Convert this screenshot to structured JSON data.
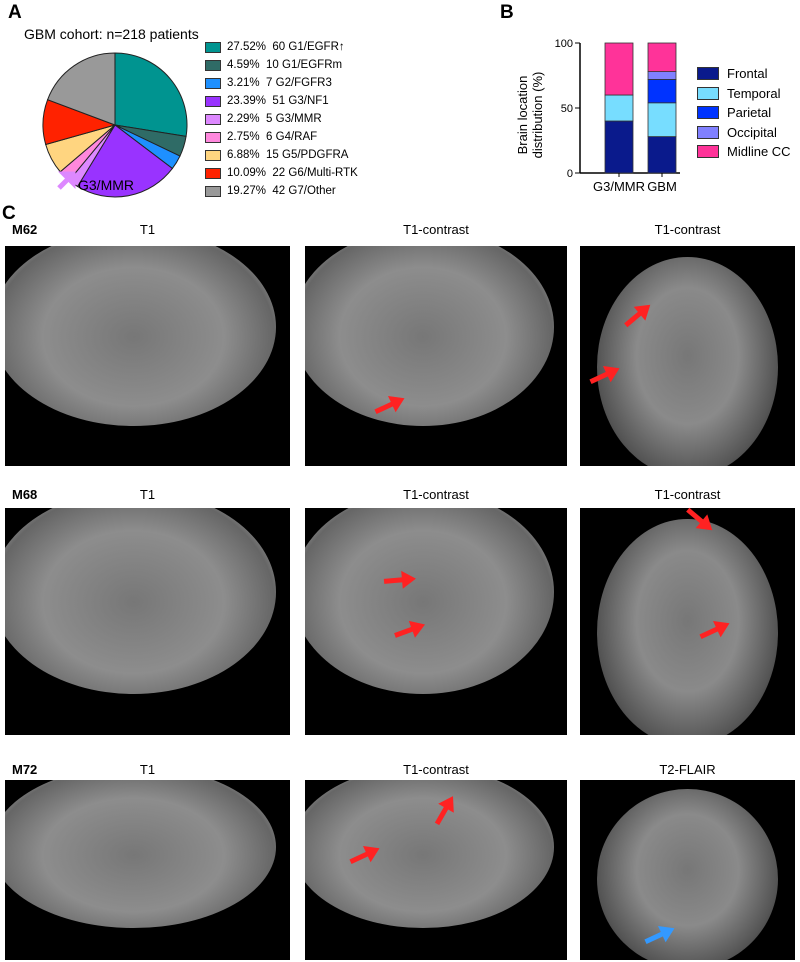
{
  "panels": {
    "a": "A",
    "b": "B",
    "c": "C"
  },
  "chart_data": [
    {
      "type": "pie",
      "title": "GBM cohort: n=218 patients",
      "annotation": "G3/MMR",
      "slices": [
        {
          "pct": 27.52,
          "n": 60,
          "label": "G1/EGFR",
          "suffix": "↑",
          "color": "#009490"
        },
        {
          "pct": 4.59,
          "n": 10,
          "label": "G1/EGFRm",
          "suffix": "",
          "color": "#2f6b66"
        },
        {
          "pct": 3.21,
          "n": 7,
          "label": "G2/FGFR3",
          "suffix": "",
          "color": "#1e90ff"
        },
        {
          "pct": 23.39,
          "n": 51,
          "label": "G3/NF1",
          "suffix": "",
          "color": "#9933ff"
        },
        {
          "pct": 2.29,
          "n": 5,
          "label": "G3/MMR",
          "suffix": "",
          "color": "#dd88ff"
        },
        {
          "pct": 2.75,
          "n": 6,
          "label": "G4/RAF",
          "suffix": "",
          "color": "#ff88dd"
        },
        {
          "pct": 6.88,
          "n": 15,
          "label": "G5/PDGFRA",
          "suffix": "",
          "color": "#ffd580"
        },
        {
          "pct": 10.09,
          "n": 22,
          "label": "G6/Multi-RTK",
          "suffix": "",
          "color": "#ff2200"
        },
        {
          "pct": 19.27,
          "n": 42,
          "label": "G7/Other",
          "suffix": "",
          "color": "#999999"
        }
      ]
    },
    {
      "type": "bar",
      "stacked": true,
      "ylabel": "Brain location distribution (%)",
      "ylim": [
        0,
        100
      ],
      "yticks": [
        "0",
        "50",
        "100"
      ],
      "categories": [
        "G3/MMR",
        "GBM"
      ],
      "series": [
        {
          "name": "Frontal",
          "color": "#0a1a8c",
          "values": [
            40,
            28
          ]
        },
        {
          "name": "Temporal",
          "color": "#77ddff",
          "values": [
            20,
            26
          ]
        },
        {
          "name": "Parietal",
          "color": "#0033ff",
          "values": [
            0,
            18
          ]
        },
        {
          "name": "Occipital",
          "color": "#8080ff",
          "values": [
            0,
            6
          ]
        },
        {
          "name": "Midline CC",
          "color": "#ff3399",
          "values": [
            40,
            22
          ]
        }
      ],
      "legend": "right"
    }
  ],
  "mri_rows": [
    {
      "id": "M62",
      "cols": [
        "T1",
        "T1-contrast",
        "T1-contrast"
      ]
    },
    {
      "id": "M68",
      "cols": [
        "T1",
        "T1-contrast",
        "T1-contrast"
      ]
    },
    {
      "id": "M72",
      "cols": [
        "T1",
        "T1-contrast",
        "T2-FLAIR"
      ]
    }
  ]
}
